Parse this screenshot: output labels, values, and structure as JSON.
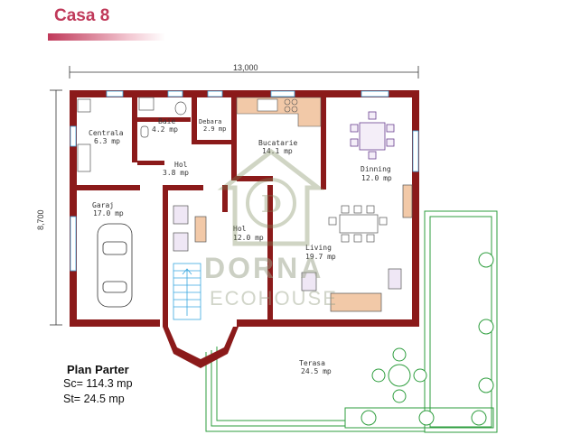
{
  "title": "Casa 8",
  "dimensions": {
    "width": "13,000",
    "height": "8,700"
  },
  "rooms": {
    "centrala": {
      "name": "Centrala",
      "area": "6.3 mp"
    },
    "baie": {
      "name": "Baie",
      "area": "4.2 mp"
    },
    "debara": {
      "name": "Debara",
      "area": "2.9 mp"
    },
    "bucatarie": {
      "name": "Bucatarie",
      "area": "14.1 mp"
    },
    "dinning": {
      "name": "Dinning",
      "area": "12.0 mp"
    },
    "hol_small": {
      "name": "Hol",
      "area": "3.8 mp"
    },
    "garaj": {
      "name": "Garaj",
      "area": "17.0 mp"
    },
    "hol_big": {
      "name": "Hol",
      "area": "12.0 mp"
    },
    "living": {
      "name": "Living",
      "area": "19.7 mp"
    },
    "terasa": {
      "name": "Terasa",
      "area": "24.5 mp"
    }
  },
  "summary": {
    "title": "Plan Parter",
    "sc": "Sc= 114.3 mp",
    "st": "St= 24.5  mp"
  },
  "watermark": {
    "line1": "DORNA",
    "line2": "ECOHOUSE"
  },
  "colors": {
    "wall": "#8b1a1a",
    "accent": "#c0395a",
    "garden": "#2e9e3e",
    "kitchen_counter": "#f2c9a8",
    "stairs": "#3aa8e0"
  }
}
